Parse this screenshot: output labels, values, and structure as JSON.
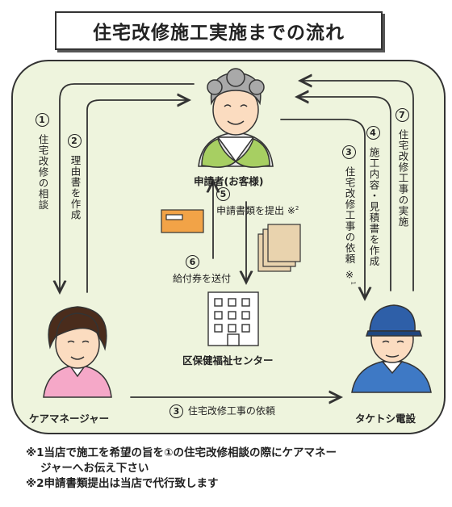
{
  "title": "住宅改修施工実施までの流れ",
  "nodes": {
    "applicant": "申請者(お客様)",
    "care_manager": "ケアマネージャー",
    "center": "区保健福祉センター",
    "contractor": "タケトシ電設"
  },
  "steps": {
    "s1": {
      "num": "1",
      "text": "住宅改修の相談"
    },
    "s2": {
      "num": "2",
      "text": "理由書を作成"
    },
    "s3": {
      "num": "3",
      "text": "住宅改修工事の依頼",
      "mark": "※",
      "sup": "1"
    },
    "s3b": {
      "num": "3",
      "text": "住宅改修工事の依頼"
    },
    "s4": {
      "num": "4",
      "text": "施工内容・見積書を作成"
    },
    "s5": {
      "num": "5",
      "text": "申請書類を提出",
      "mark": "※",
      "sup": "2"
    },
    "s6": {
      "num": "6",
      "text": "給付券を送付"
    },
    "s7": {
      "num": "7",
      "text": "住宅改修工事の実施"
    }
  },
  "notes": {
    "n1_line1": "※1当店で施工を希望の旨を①の住宅改修相談の際にケアマネー",
    "n1_line2": "ジャーへお伝え下さい",
    "n2": "※2申請書類提出は当店で代行致します"
  }
}
